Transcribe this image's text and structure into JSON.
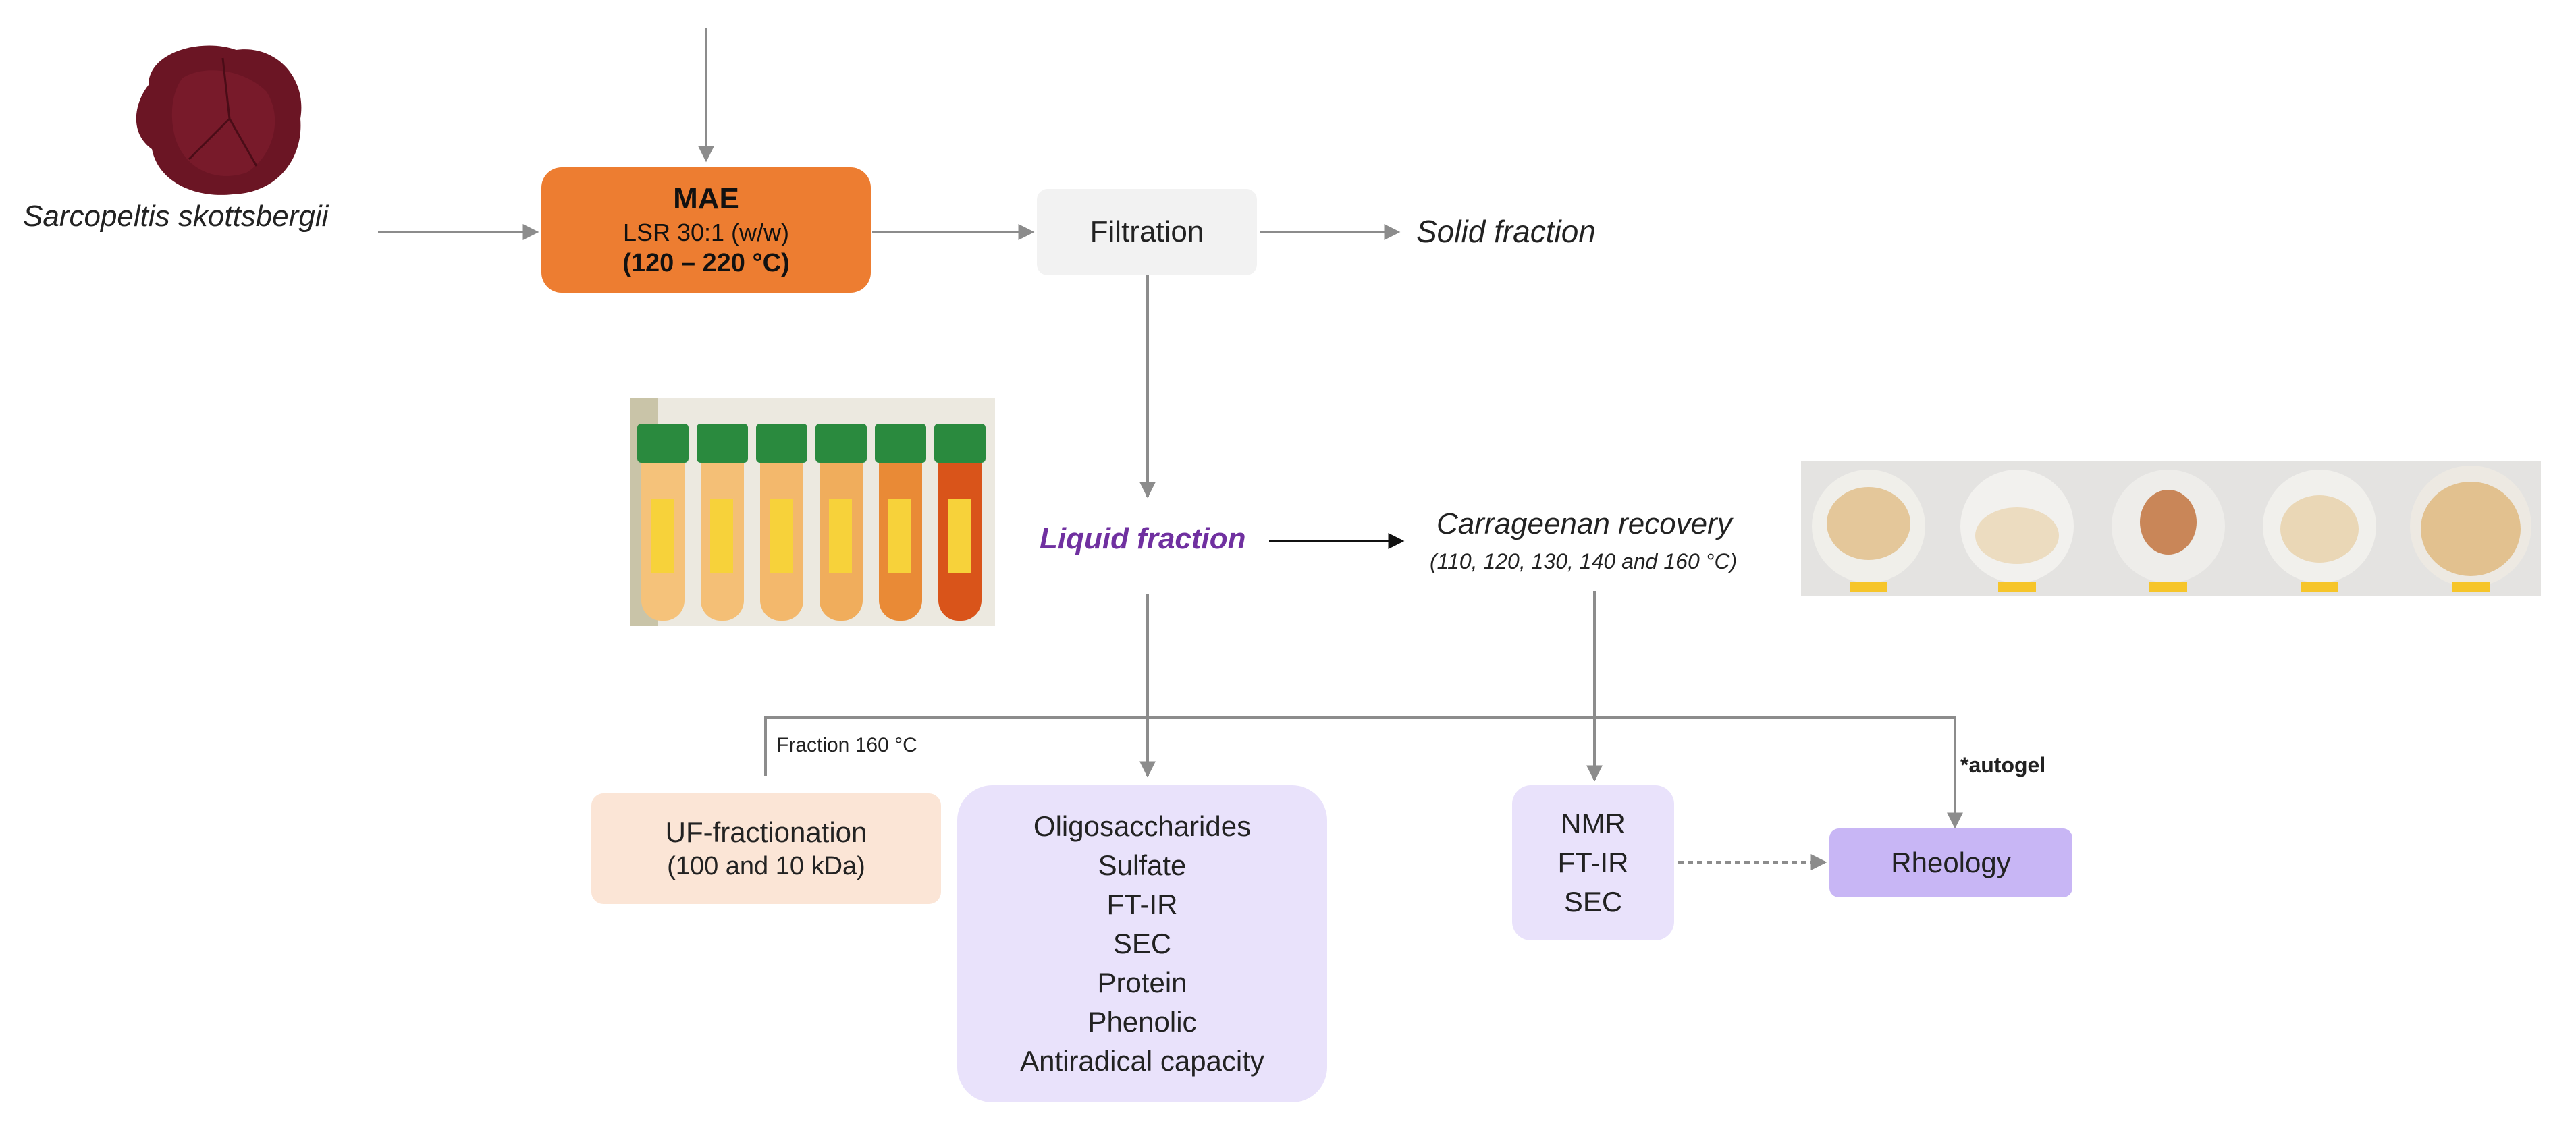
{
  "source": {
    "species": "Sarcopeltis skottsbergii"
  },
  "mae": {
    "title": "MAE",
    "line1": "LSR 30:1 (w/w)",
    "line2": "(120 – 220 °C)"
  },
  "filtration": {
    "label": "Filtration"
  },
  "solid": {
    "label": "Solid fraction"
  },
  "liquid": {
    "label": "Liquid fraction"
  },
  "carrageenan": {
    "label": "Carrageenan recovery",
    "temps": "(110, 120, 130, 140 and 160 °C)"
  },
  "fraction_note": "Fraction 160 °C",
  "uf": {
    "line1": "UF-fractionation",
    "line2": "(100 and 10 kDa)"
  },
  "analyses": [
    "Oligosaccharides",
    "Sulfate",
    "FT-IR",
    "SEC",
    "Protein",
    "Phenolic",
    "Antiradical capacity"
  ],
  "carrageenan_analyses": [
    "NMR",
    "FT-IR",
    "SEC"
  ],
  "rheology": {
    "label": "Rheology"
  },
  "autogel_note": "*autogel",
  "colors": {
    "mae_fill": "#ED7D31",
    "filtration_fill": "#F2F2F2",
    "uf_fill": "#FBE5D6",
    "analysis_fill": "#E9E2FB",
    "rheology_fill": "#C8B6F5",
    "liquid_text": "#7030A0",
    "arrow": "#8c8c8c"
  }
}
